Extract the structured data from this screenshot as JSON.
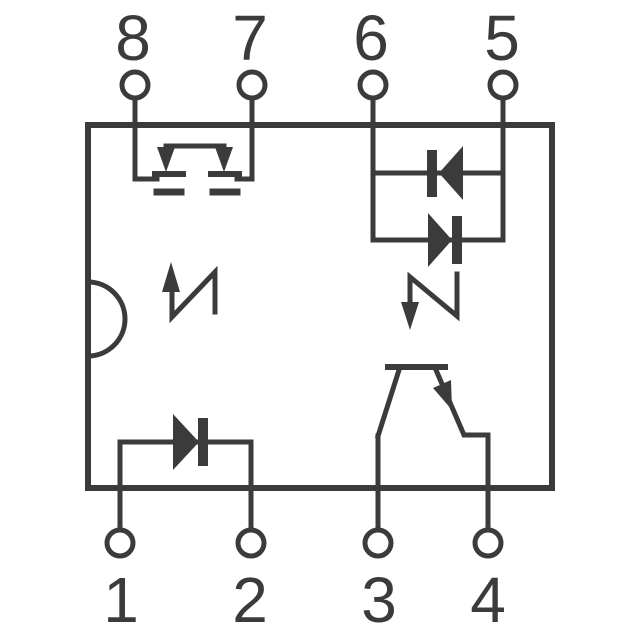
{
  "colors": {
    "line": "#3b3b3b",
    "background": "#ffffff"
  },
  "pins": {
    "top": [
      {
        "label": "8"
      },
      {
        "label": "7"
      },
      {
        "label": "6"
      },
      {
        "label": "5"
      }
    ],
    "bottom": [
      {
        "label": "1"
      },
      {
        "label": "2"
      },
      {
        "label": "3"
      },
      {
        "label": "4"
      }
    ]
  },
  "components": {
    "body": "ic-package-outline",
    "notch": "pin1-indicator-notch",
    "top_left": "dual-photodetector",
    "top_right": "anti-parallel-led-pair",
    "bottom_left": "led",
    "bottom_right": "phototransistor",
    "arrow_up": "light-path-arrow-up",
    "arrow_down": "light-path-arrow-down"
  }
}
